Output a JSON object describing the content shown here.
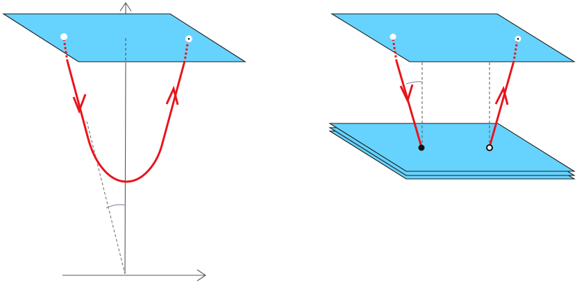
{
  "colors": {
    "plane_fill": "#66d3ff",
    "plane_stroke": "#1a1a1a",
    "path_red": "#e8141b",
    "axis": "#555555",
    "dashed_guide": "#666666",
    "angle_arc": "#7a7aa0",
    "point_white": "#ffffff",
    "point_black": "#111111",
    "background": "#ffffff"
  },
  "left_panel": {
    "plane_fill": "#66d3ff",
    "has_vertical_axis": true,
    "has_horizontal_axis": true,
    "path_shape": "u-curve",
    "arrow_directions": [
      "down",
      "up"
    ]
  },
  "right_panel": {
    "upper_plane_fill": "#66d3ff",
    "lower_plane_layers": 3,
    "arrow_directions": [
      "down",
      "up"
    ]
  }
}
